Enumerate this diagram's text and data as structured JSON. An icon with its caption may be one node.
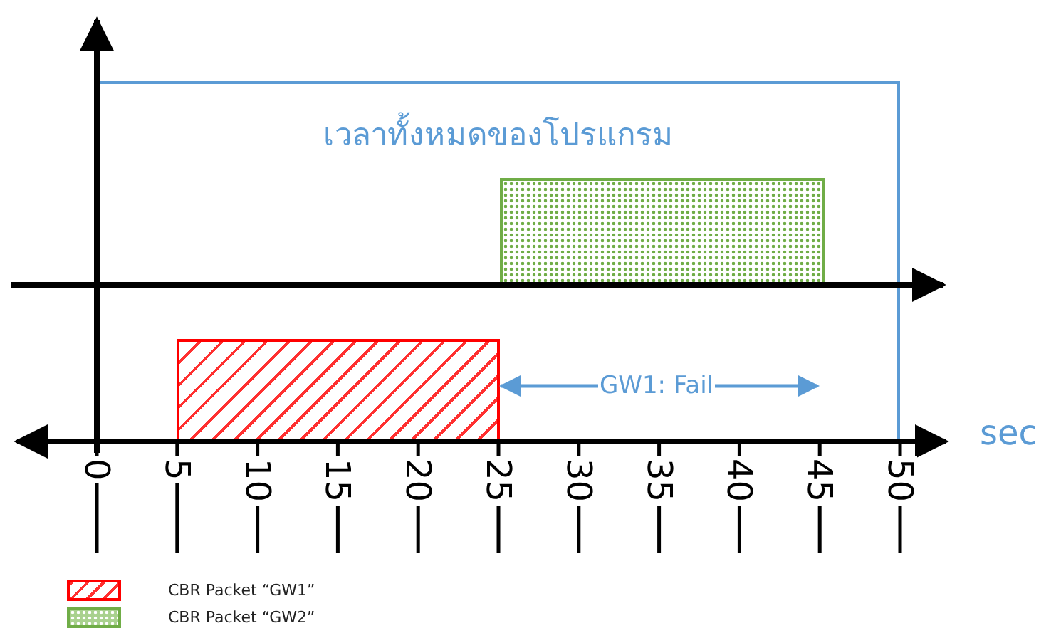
{
  "diagram": {
    "nodes": [
      {
        "text": [
          "เวลาทั้งหมดของโปรแกรม"
        ]
      },
      {
        "text": [],
        "shape": "bar",
        "in": 0
      },
      {
        "text": [],
        "shape": "bar",
        "in": 0
      }
    ],
    "labels": [
      "GW1: Fail",
      "sec",
      "0",
      "5",
      "10",
      "15",
      "20",
      "25",
      "30",
      "35",
      "40",
      "45",
      "50"
    ],
    "legend": [
      {
        "text": "CBR Packet “GW1”"
      },
      {
        "text": "CBR Packet “GW2”"
      }
    ]
  }
}
